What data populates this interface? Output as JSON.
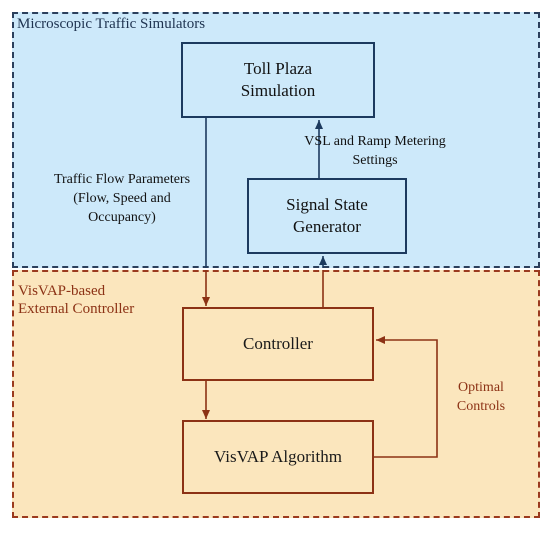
{
  "regions": {
    "simulators": {
      "label": "Microscopic Traffic Simulators",
      "border_color": "#2b3f5c",
      "fill_color": "#cde9fa"
    },
    "controller_region": {
      "label": "VisVAP-based\nExternal Controller",
      "border_color": "#9b3a1e",
      "fill_color": "#fbe6bd"
    }
  },
  "nodes": {
    "toll_plaza": "Toll Plaza\nSimulation",
    "signal_state": "Signal State\nGenerator",
    "controller": "Controller",
    "visvap": "VisVAP Algorithm"
  },
  "edges": {
    "traffic_flow": "Traffic Flow Parameters\n(Flow, Speed and\nOccupancy)",
    "vsl_ramp": "VSL and Ramp Metering\nSettings",
    "optimal_controls": "Optimal\nControls"
  },
  "colors": {
    "blue_line": "#1c3a5e",
    "brown_line": "#8c3215"
  }
}
